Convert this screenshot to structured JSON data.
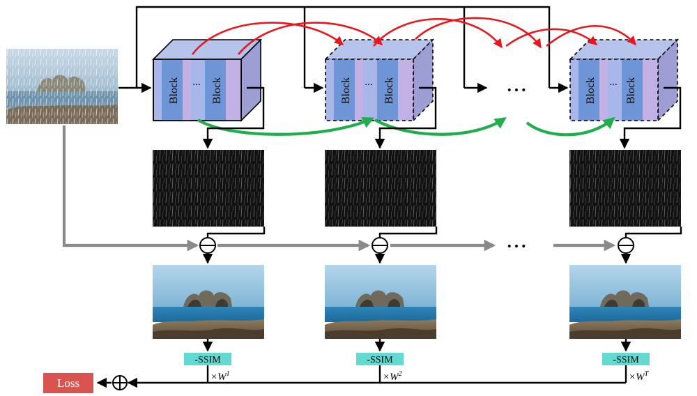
{
  "input": {
    "label": ""
  },
  "stages": [
    {
      "id": 1,
      "dashed": false,
      "block_left": "Block",
      "block_right": "Block",
      "dots": "...",
      "weight_base": "×W",
      "weight_sup": "1"
    },
    {
      "id": 2,
      "dashed": true,
      "block_left": "Block",
      "block_right": "Block",
      "dots": "...",
      "weight_base": "×W",
      "weight_sup": "2"
    },
    {
      "id": 3,
      "dashed": true,
      "block_left": "Block",
      "block_right": "Block",
      "dots": "...",
      "weight_base": "×W",
      "weight_sup": "T"
    }
  ],
  "ellipsis": "•••",
  "ssim_label": "-SSIM",
  "loss_label": "Loss",
  "colors": {
    "recurrent_arrow": "#e8161d",
    "skip_arrow": "#1fae4b",
    "input_arrow": "#8a8a8a",
    "block_fill": "#93a9e3",
    "block_stripe": "#5f86cc",
    "ssim_box": "#63d9cf",
    "loss_box": "#d9534f"
  }
}
